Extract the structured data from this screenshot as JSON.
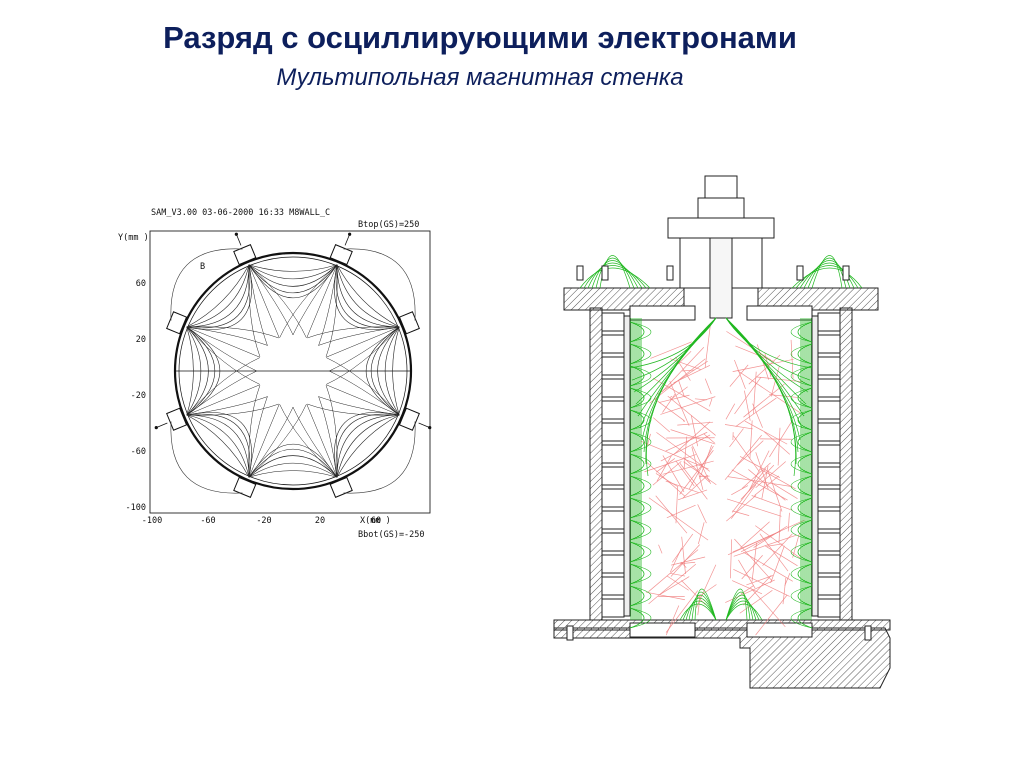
{
  "header": {
    "title": "Разряд с осциллирующими электронами",
    "subtitle": "Мультипольная магнитная стенка"
  },
  "field_plot": {
    "header_text": "SAM_V3.00 03-06-2000 16:33 M8WALL_C",
    "btop_text": "Btop(GS)=250",
    "bbot_text": "Bbot(GS)=-250",
    "y_axis_label": "Y(mm )",
    "x_axis_label": "X(mm )",
    "b_label": "B",
    "y_ticks": [
      "60",
      "20",
      "-20",
      "-60",
      "-100"
    ],
    "x_ticks": [
      "-100",
      "-60",
      "-20",
      "20",
      "60"
    ]
  },
  "colors": {
    "title": "#0d1f5c",
    "field_lines": "#22b822",
    "electron_traces": "#f08080",
    "hatch": "#555555"
  }
}
